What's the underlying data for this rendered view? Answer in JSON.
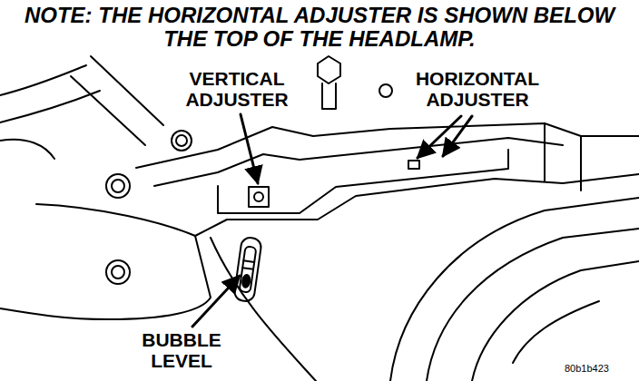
{
  "diagram": {
    "labels": [
      "NOTE: THE HORIZONTAL ADJUSTER IS SHOWN BELOW THE TOP OF THE HEADLAMP.",
      "VERTICAL ADJUSTER",
      "HORIZONTAL ADJUSTER",
      "BUBBLE LEVEL",
      "80b1b423"
    ]
  }
}
